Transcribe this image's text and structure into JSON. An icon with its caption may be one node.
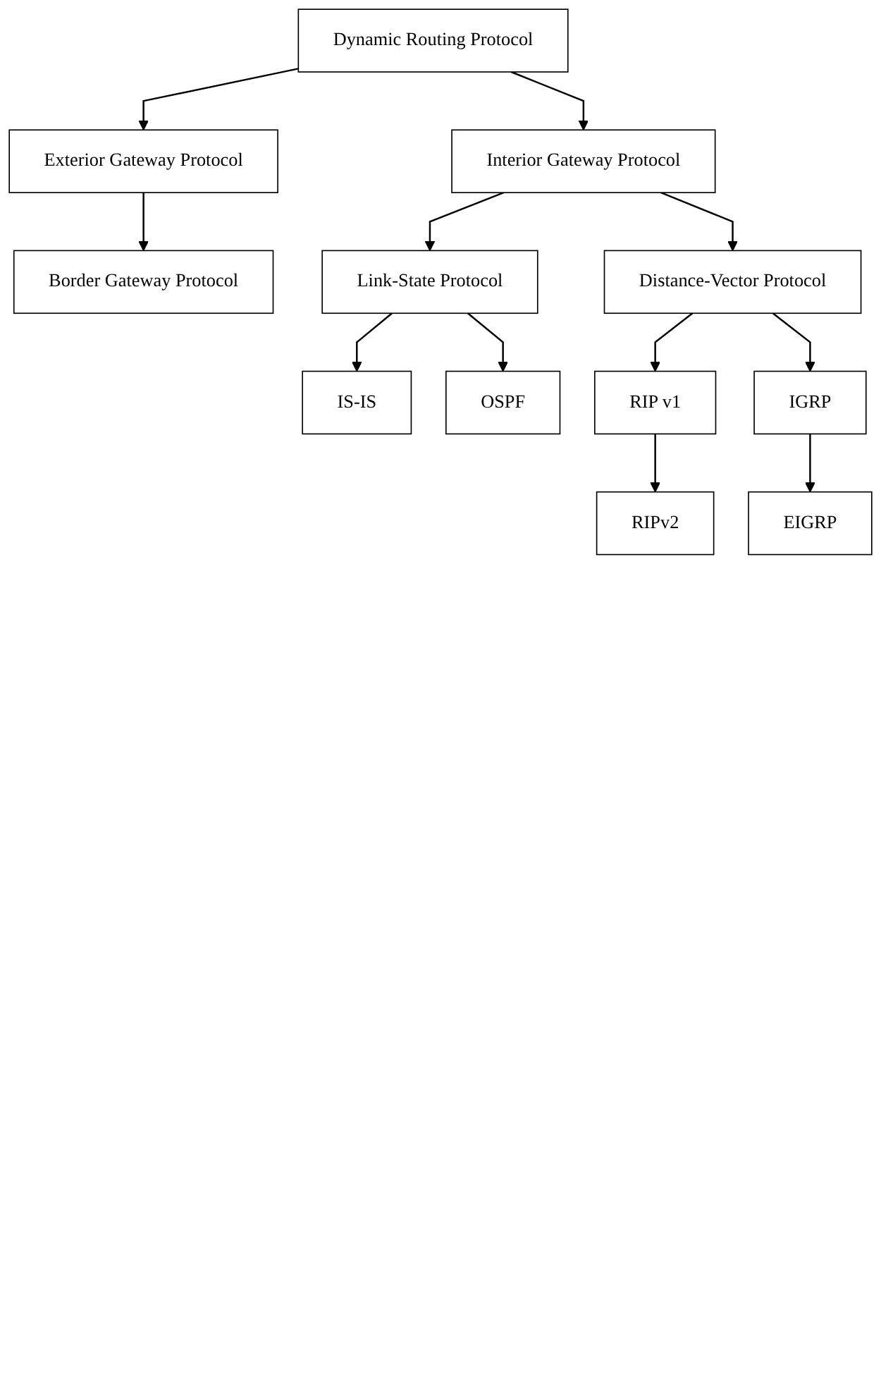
{
  "diagram": {
    "nodes": [
      {
        "text": [
          "Dynamic Routing Protocol"
        ]
      },
      {
        "text": [
          "Interior Gateway Protocol"
        ]
      },
      {
        "text": [
          "Exterior Gateway Protocol"
        ]
      },
      {
        "text": [
          "Border Gateway Protocol"
        ]
      },
      {
        "text": [
          "Distance-Vector Protocol"
        ]
      },
      {
        "text": [
          "Link-State Protocol"
        ]
      },
      {
        "text": [
          "IS-IS"
        ]
      },
      {
        "text": [
          "OSPF"
        ]
      },
      {
        "text": [
          "RIP v1"
        ]
      },
      {
        "text": [
          "IGRP"
        ]
      },
      {
        "text": [
          "RIPv2"
        ]
      },
      {
        "text": [
          "EIGRP"
        ]
      }
    ],
    "edges": [
      {
        "from": 0,
        "to": 1,
        "arrow": "to"
      },
      {
        "from": 0,
        "to": 2,
        "arrow": "to"
      },
      {
        "from": 2,
        "to": 3,
        "arrow": "to"
      },
      {
        "from": 1,
        "to": 4,
        "arrow": "to"
      },
      {
        "from": 1,
        "to": 5,
        "arrow": "to"
      },
      {
        "from": 5,
        "to": 6,
        "arrow": "to"
      },
      {
        "from": 5,
        "to": 7,
        "arrow": "to"
      },
      {
        "from": 4,
        "to": 8,
        "arrow": "to"
      },
      {
        "from": 4,
        "to": 9,
        "arrow": "to"
      },
      {
        "from": 8,
        "to": 10,
        "arrow": "to"
      },
      {
        "from": 9,
        "to": 11,
        "arrow": "to"
      }
    ]
  }
}
